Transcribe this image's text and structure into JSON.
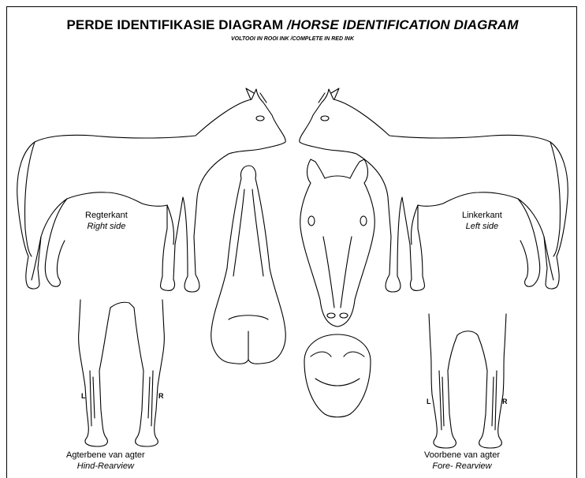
{
  "header": {
    "title_af": "PERDE IDENTIFIKASIE DIAGRAM",
    "title_sep": " /",
    "title_en": "HORSE IDENTIFICATION DIAGRAM",
    "subtitle": "VOLTOOI IN ROOI INK /COMPLETE IN RED INK"
  },
  "views": {
    "right_side": {
      "af": "Regterkant",
      "en": "Right side"
    },
    "left_side": {
      "af": "Linkerkant",
      "en": "Left side"
    },
    "hind": {
      "af": "Agterbene van agter",
      "en": "Hind-Rearview",
      "left_mark": "L",
      "right_mark": "R"
    },
    "fore": {
      "af": "Voorbene van agter",
      "en": "Fore- Rearview",
      "left_mark": "L",
      "right_mark": "R"
    }
  }
}
